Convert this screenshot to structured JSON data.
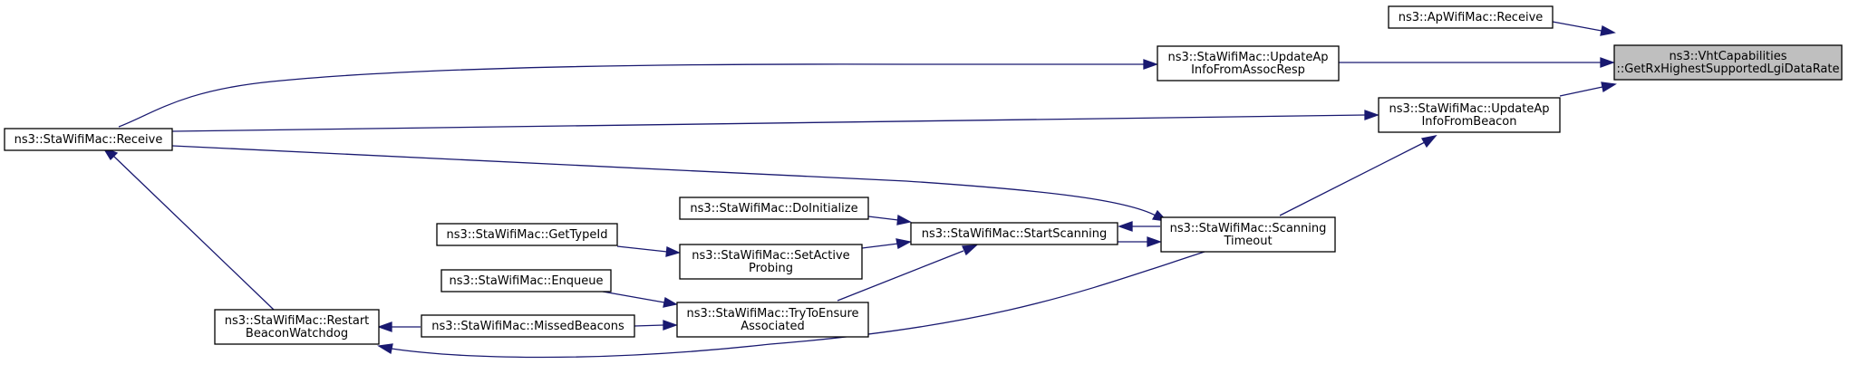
{
  "nodes": [
    {
      "id": "root",
      "lines": [
        "ns3::VhtCapabilities",
        "::GetRxHighestSupportedLgiDataRate"
      ],
      "highlighted": true
    },
    {
      "id": "ap_receive",
      "lines": [
        "ns3::ApWifiMac::Receive"
      ]
    },
    {
      "id": "update_assoc",
      "lines": [
        "ns3::StaWifiMac::UpdateAp",
        "InfoFromAssocResp"
      ]
    },
    {
      "id": "update_beacon",
      "lines": [
        "ns3::StaWifiMac::UpdateAp",
        "InfoFromBeacon"
      ]
    },
    {
      "id": "sta_receive",
      "lines": [
        "ns3::StaWifiMac::Receive"
      ]
    },
    {
      "id": "scan_timeout",
      "lines": [
        "ns3::StaWifiMac::Scanning",
        "Timeout"
      ]
    },
    {
      "id": "start_scanning",
      "lines": [
        "ns3::StaWifiMac::StartScanning"
      ]
    },
    {
      "id": "do_initialize",
      "lines": [
        "ns3::StaWifiMac::DoInitialize"
      ]
    },
    {
      "id": "set_active",
      "lines": [
        "ns3::StaWifiMac::SetActive",
        "Probing"
      ]
    },
    {
      "id": "get_type_id",
      "lines": [
        "ns3::StaWifiMac::GetTypeId"
      ]
    },
    {
      "id": "try_ensure",
      "lines": [
        "ns3::StaWifiMac::TryToEnsure",
        "Associated"
      ]
    },
    {
      "id": "enqueue",
      "lines": [
        "ns3::StaWifiMac::Enqueue"
      ]
    },
    {
      "id": "missed_beacons",
      "lines": [
        "ns3::StaWifiMac::MissedBeacons"
      ]
    },
    {
      "id": "restart_watchdog",
      "lines": [
        "ns3::StaWifiMac::Restart",
        "BeaconWatchdog"
      ]
    }
  ],
  "edges": [
    {
      "from": "ap_receive",
      "to": "root"
    },
    {
      "from": "update_assoc",
      "to": "root"
    },
    {
      "from": "update_beacon",
      "to": "root"
    },
    {
      "from": "sta_receive",
      "to": "update_assoc"
    },
    {
      "from": "sta_receive",
      "to": "update_beacon"
    },
    {
      "from": "sta_receive",
      "to": "scan_timeout"
    },
    {
      "from": "scan_timeout",
      "to": "update_beacon"
    },
    {
      "from": "scan_timeout",
      "to": "start_scanning"
    },
    {
      "from": "start_scanning",
      "to": "scan_timeout"
    },
    {
      "from": "scan_timeout",
      "to": "restart_watchdog"
    },
    {
      "from": "do_initialize",
      "to": "start_scanning"
    },
    {
      "from": "set_active",
      "to": "start_scanning"
    },
    {
      "from": "try_ensure",
      "to": "start_scanning"
    },
    {
      "from": "get_type_id",
      "to": "set_active"
    },
    {
      "from": "enqueue",
      "to": "try_ensure"
    },
    {
      "from": "missed_beacons",
      "to": "try_ensure"
    },
    {
      "from": "restart_watchdog",
      "to": "sta_receive"
    },
    {
      "from": "missed_beacons",
      "to": "restart_watchdog"
    }
  ]
}
